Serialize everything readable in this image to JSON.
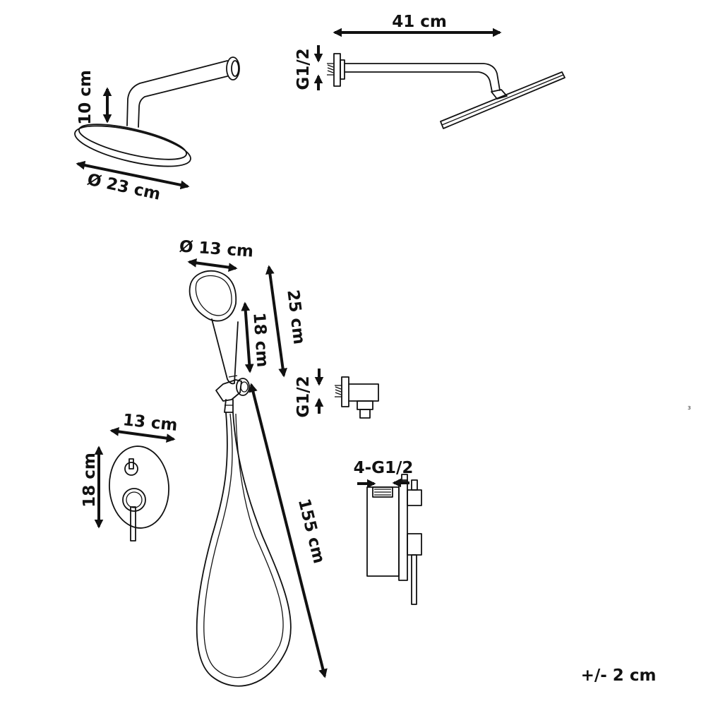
{
  "labels": {
    "arm_length": "41 cm",
    "thread_top": "G1/2",
    "head_height": "10 cm",
    "head_diameter": "Ø 23 cm",
    "hand_diameter": "Ø 13 cm",
    "hand_length_25": "25 cm",
    "hand_length_18": "18 cm",
    "thread_outlet": "G1/2",
    "hose_length": "155 cm",
    "plate_width": "13 cm",
    "plate_height": "18 cm",
    "valve_threads": "4-G1/2",
    "tolerance": "+/- 2 cm",
    "stray_mark": "3"
  }
}
